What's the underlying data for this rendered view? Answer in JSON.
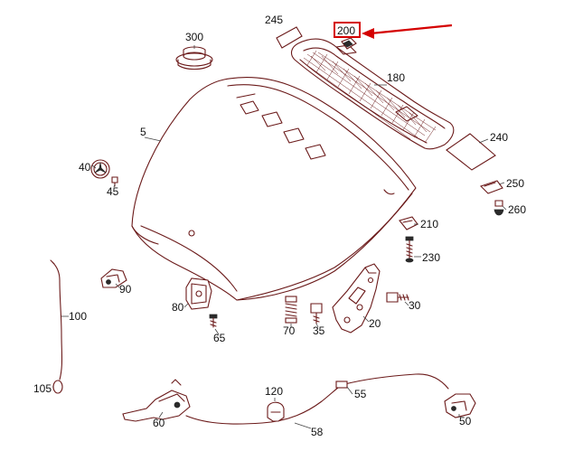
{
  "callouts": {
    "c5": "5",
    "c20": "20",
    "c30": "30",
    "c35": "35",
    "c40": "40",
    "c45": "45",
    "c50": "50",
    "c55": "55",
    "c58": "58",
    "c60": "60",
    "c65": "65",
    "c70": "70",
    "c80": "80",
    "c90": "90",
    "c100": "100",
    "c105": "105",
    "c120": "120",
    "c180": "180",
    "c200": "200",
    "c210": "210",
    "c230": "230",
    "c240": "240",
    "c245": "245",
    "c250": "250",
    "c260": "260",
    "c300": "300"
  },
  "highlight": {
    "part": "200",
    "color": "#d40000"
  },
  "colors": {
    "line": "#6b1a1a",
    "text": "#111111"
  }
}
